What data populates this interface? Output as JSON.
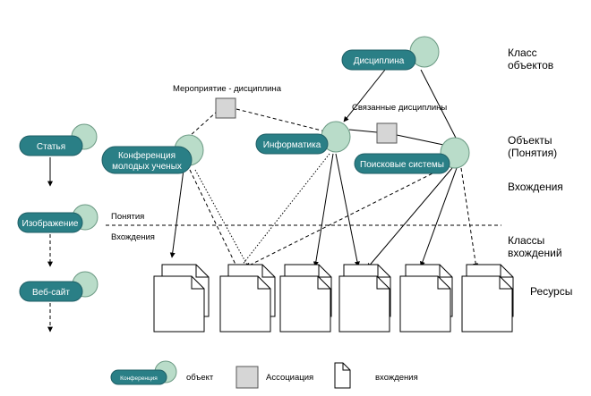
{
  "side_labels": {
    "object_class": [
      "Класс",
      "объектов"
    ],
    "objects": [
      "Объекты",
      "(Понятия)"
    ],
    "entries": "Вхождения",
    "entry_classes": [
      "Классы",
      "вхождений"
    ],
    "resources": "Ресурсы"
  },
  "layer_labels": {
    "concepts": "Понятия",
    "entries": "Вхождения"
  },
  "nodes": {
    "discipline": "Дисциплина",
    "informatics": "Информатика",
    "search_systems": "Поисковые системы",
    "conference": [
      "Конференция",
      "молодых ученых"
    ],
    "article": "Статья",
    "image": "Изображение",
    "website": "Веб-сайт"
  },
  "associations": {
    "event_discipline": "Мероприятие - дисциплина",
    "related_disciplines": "Связанные дисциплины"
  },
  "legend": {
    "object_sample": "Конференция",
    "object": "объект",
    "association": "Ассоциация",
    "entries": "вхождения"
  }
}
